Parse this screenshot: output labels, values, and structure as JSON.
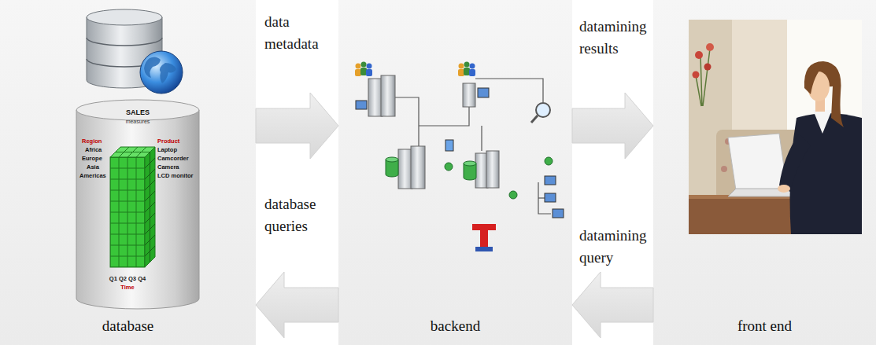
{
  "diagram": {
    "nodes": [
      {
        "text": [
          "database"
        ]
      },
      {
        "text": [
          "backend"
        ]
      },
      {
        "text": [
          "front end"
        ]
      }
    ],
    "edges": [
      {
        "from": 0,
        "to": 1,
        "label": "data metadata",
        "arrow": "to"
      },
      {
        "from": 1,
        "to": 0,
        "label": "database queries",
        "arrow": "to"
      },
      {
        "from": 1,
        "to": 2,
        "label": "datamining results",
        "arrow": "to"
      },
      {
        "from": 2,
        "to": 1,
        "label": "datamining query",
        "arrow": "to"
      }
    ],
    "labels": [
      "SALES",
      "measures",
      "Region",
      "Africa",
      "Europe",
      "Asia",
      "Americas",
      "Product",
      "Laptop",
      "Camcorder",
      "Camera",
      "LCD monitor",
      "Q1 Q2 Q3 Q4",
      "Time"
    ]
  }
}
